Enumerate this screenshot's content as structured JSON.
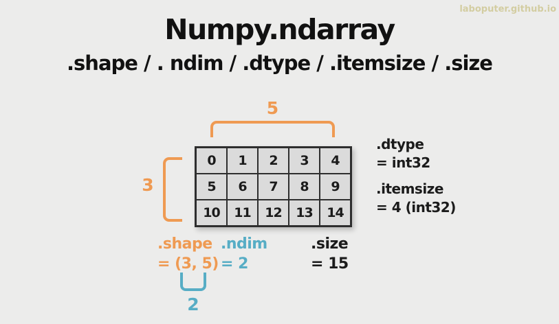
{
  "page": {
    "watermark": "laboputer.github.io",
    "title": "Numpy.ndarray",
    "subtitle": ".shape / . ndim / .dtype / .itemsize / .size"
  },
  "grid": {
    "rows": [
      [
        "0",
        "1",
        "2",
        "3",
        "4"
      ],
      [
        "5",
        "6",
        "7",
        "8",
        "9"
      ],
      [
        "10",
        "11",
        "12",
        "13",
        "14"
      ]
    ],
    "num_cols_label": "5",
    "num_rows_label": "3"
  },
  "attributes": {
    "dtype": {
      "label": ".dtype",
      "value": "= int32"
    },
    "itemsize": {
      "label": ".itemsize",
      "value": "= 4 (int32)"
    },
    "shape": {
      "label": ".shape",
      "value": "= (3, 5)"
    },
    "ndim": {
      "label": ".ndim",
      "value": "= 2"
    },
    "size": {
      "label": ".size",
      "value": "= 15"
    },
    "tuple_length_label": "2"
  },
  "colors": {
    "bg": "#ececeb",
    "ink": "#1b1b1b",
    "orange": "#ef9a52",
    "cyan": "#57adc5",
    "cell-bg": "#dbdbdb",
    "grid-border": "#2e2e2e",
    "watermark": "#d3cda1"
  }
}
